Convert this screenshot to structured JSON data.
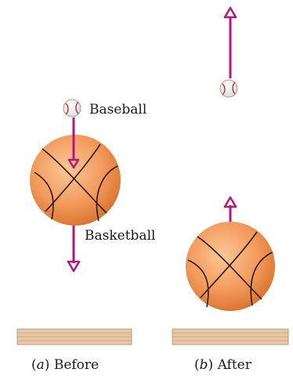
{
  "labels": {
    "baseball": "Baseball",
    "basketball": "Basketball"
  },
  "captions": {
    "before": {
      "letter": "a",
      "text": "Before"
    },
    "after": {
      "letter": "b",
      "text": "After"
    }
  },
  "colors": {
    "arrow": "#b5177a",
    "ball_fill": "#f4a066",
    "ball_shade": "#d8742f",
    "seam_basketball": "#2a1a12",
    "seam_baseball": "#c0322a",
    "floor": "#e6c8a6",
    "floor_lines": "#b89070"
  }
}
